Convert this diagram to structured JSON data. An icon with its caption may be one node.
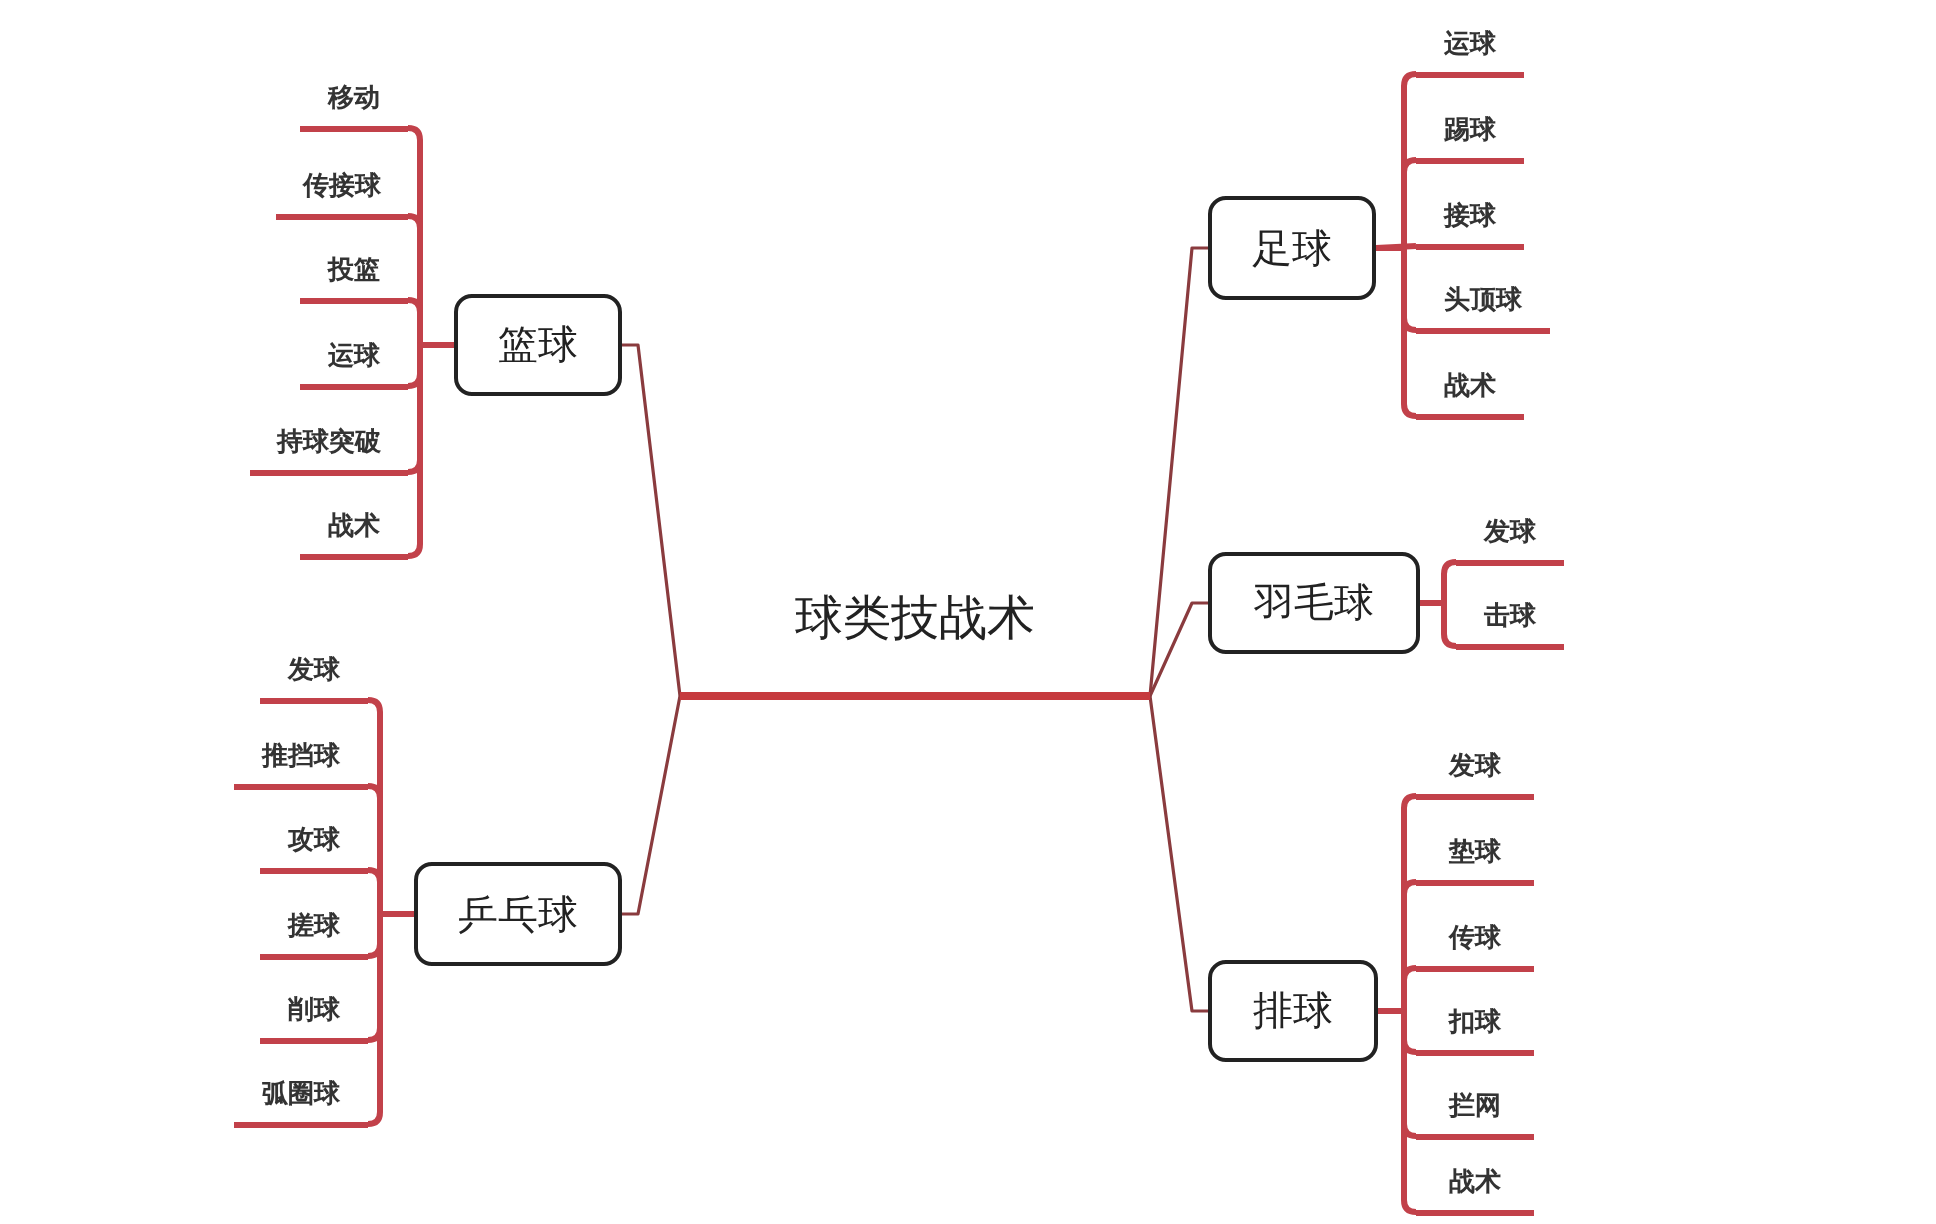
{
  "diagram": {
    "nodes": [
      {
        "text": [
          "球类技战术"
        ]
      },
      {
        "text": [
          "篮球"
        ]
      },
      {
        "text": [
          "移动"
        ]
      },
      {
        "text": [
          "传接球"
        ]
      },
      {
        "text": [
          "投篮"
        ]
      },
      {
        "text": [
          "运球"
        ]
      },
      {
        "text": [
          "持球突破"
        ]
      },
      {
        "text": [
          "战术"
        ]
      },
      {
        "text": [
          "乒乓球"
        ]
      },
      {
        "text": [
          "发球"
        ]
      },
      {
        "text": [
          "推挡球"
        ]
      },
      {
        "text": [
          "攻球"
        ]
      },
      {
        "text": [
          "搓球"
        ]
      },
      {
        "text": [
          "削球"
        ]
      },
      {
        "text": [
          "弧圈球"
        ]
      },
      {
        "text": [
          "足球"
        ]
      },
      {
        "text": [
          "运球"
        ]
      },
      {
        "text": [
          "踢球"
        ]
      },
      {
        "text": [
          "接球"
        ]
      },
      {
        "text": [
          "头顶球"
        ]
      },
      {
        "text": [
          "战术"
        ]
      },
      {
        "text": [
          "羽毛球"
        ]
      },
      {
        "text": [
          "发球"
        ]
      },
      {
        "text": [
          "击球"
        ]
      },
      {
        "text": [
          "排球"
        ]
      },
      {
        "text": [
          "发球"
        ]
      },
      {
        "text": [
          "垫球"
        ]
      },
      {
        "text": [
          "传球"
        ]
      },
      {
        "text": [
          "扣球"
        ]
      },
      {
        "text": [
          "拦网"
        ]
      },
      {
        "text": [
          "战术"
        ]
      }
    ],
    "edges": [
      {
        "from": 0,
        "to": 1,
        "arrow": "none",
        "color": "#8a3b3e"
      },
      {
        "from": 0,
        "to": 8,
        "arrow": "none",
        "color": "#8a3b3e"
      },
      {
        "from": 0,
        "to": 15,
        "arrow": "none",
        "color": "#8a3b3e"
      },
      {
        "from": 0,
        "to": 21,
        "arrow": "none",
        "color": "#8a3b3e"
      },
      {
        "from": 0,
        "to": 24,
        "arrow": "none",
        "color": "#8a3b3e"
      },
      {
        "from": 1,
        "to": 2,
        "arrow": "none"
      },
      {
        "from": 1,
        "to": 3,
        "arrow": "none"
      },
      {
        "from": 1,
        "to": 4,
        "arrow": "none"
      },
      {
        "from": 1,
        "to": 5,
        "arrow": "none"
      },
      {
        "from": 1,
        "to": 6,
        "arrow": "none"
      },
      {
        "from": 1,
        "to": 7,
        "arrow": "none"
      },
      {
        "from": 8,
        "to": 9,
        "arrow": "none"
      },
      {
        "from": 8,
        "to": 10,
        "arrow": "none"
      },
      {
        "from": 8,
        "to": 11,
        "arrow": "none"
      },
      {
        "from": 8,
        "to": 12,
        "arrow": "none"
      },
      {
        "from": 8,
        "to": 13,
        "arrow": "none"
      },
      {
        "from": 8,
        "to": 14,
        "arrow": "none"
      },
      {
        "from": 15,
        "to": 16,
        "arrow": "none"
      },
      {
        "from": 15,
        "to": 17,
        "arrow": "none"
      },
      {
        "from": 15,
        "to": 18,
        "arrow": "none"
      },
      {
        "from": 15,
        "to": 19,
        "arrow": "none"
      },
      {
        "from": 15,
        "to": 20,
        "arrow": "none"
      },
      {
        "from": 21,
        "to": 22,
        "arrow": "none"
      },
      {
        "from": 21,
        "to": 23,
        "arrow": "none"
      },
      {
        "from": 24,
        "to": 25,
        "arrow": "none"
      },
      {
        "from": 24,
        "to": 26,
        "arrow": "none"
      },
      {
        "from": 24,
        "to": 27,
        "arrow": "none"
      },
      {
        "from": 24,
        "to": 28,
        "arrow": "none"
      },
      {
        "from": 24,
        "to": 29,
        "arrow": "none"
      },
      {
        "from": 24,
        "to": 30,
        "arrow": "none"
      }
    ]
  }
}
